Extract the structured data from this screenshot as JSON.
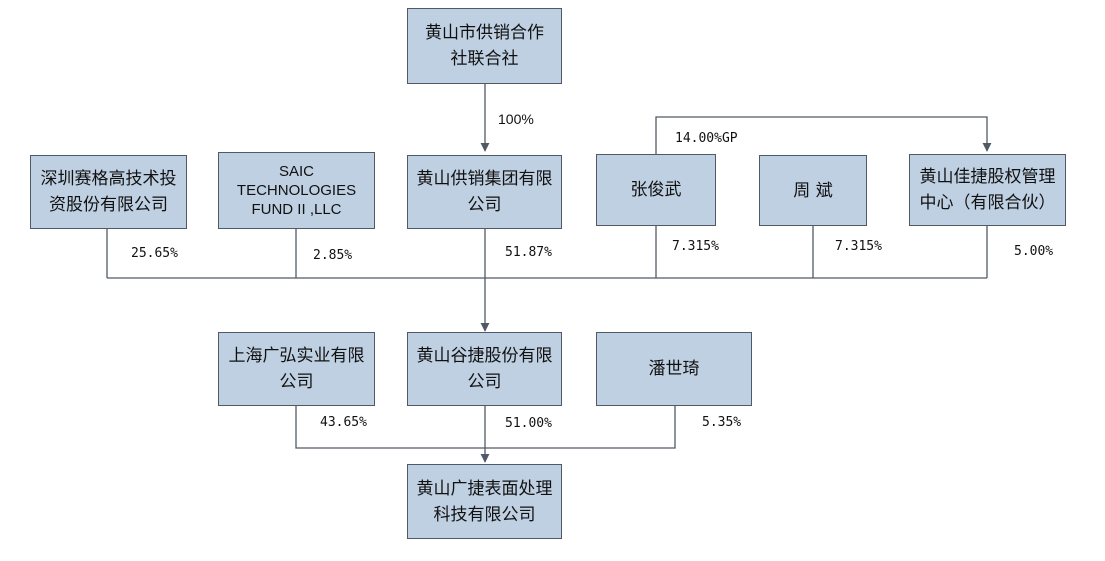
{
  "nodes": {
    "supply_coop": "黄山市供销合作\n社联合社",
    "shenzhen_saige": "深圳赛格高技术投\n资股份有限公司",
    "saic_fund": "SAIC\nTECHNOLOGIES\nFUND II ,LLC",
    "supply_group": "黄山供销集团有限\n公司",
    "zhang_junwu": "张俊武",
    "zhou_bin": "周 斌",
    "jiajie_center": "黄山佳捷股权管理\n中心（有限合伙）",
    "shanghai_guanghong": "上海广弘实业有限\n公司",
    "gujie": "黄山谷捷股份有限\n公司",
    "pan_shiqi": "潘世琦",
    "guangjie": "黄山广捷表面处理\n科技有限公司"
  },
  "edges": {
    "coop_to_group": "100%",
    "zhang_to_jiajie": "14.00%GP",
    "shenzhen_to_gujie": "25.65%",
    "saic_to_gujie": "2.85%",
    "group_to_gujie": "51.87%",
    "zhang_to_gujie": "7.315%",
    "zhou_to_gujie": "7.315%",
    "jiajie_to_gujie": "5.00%",
    "shanghai_to_guangjie": "43.65%",
    "gujie_to_guangjie": "51.00%",
    "pan_to_guangjie": "5.35%"
  }
}
